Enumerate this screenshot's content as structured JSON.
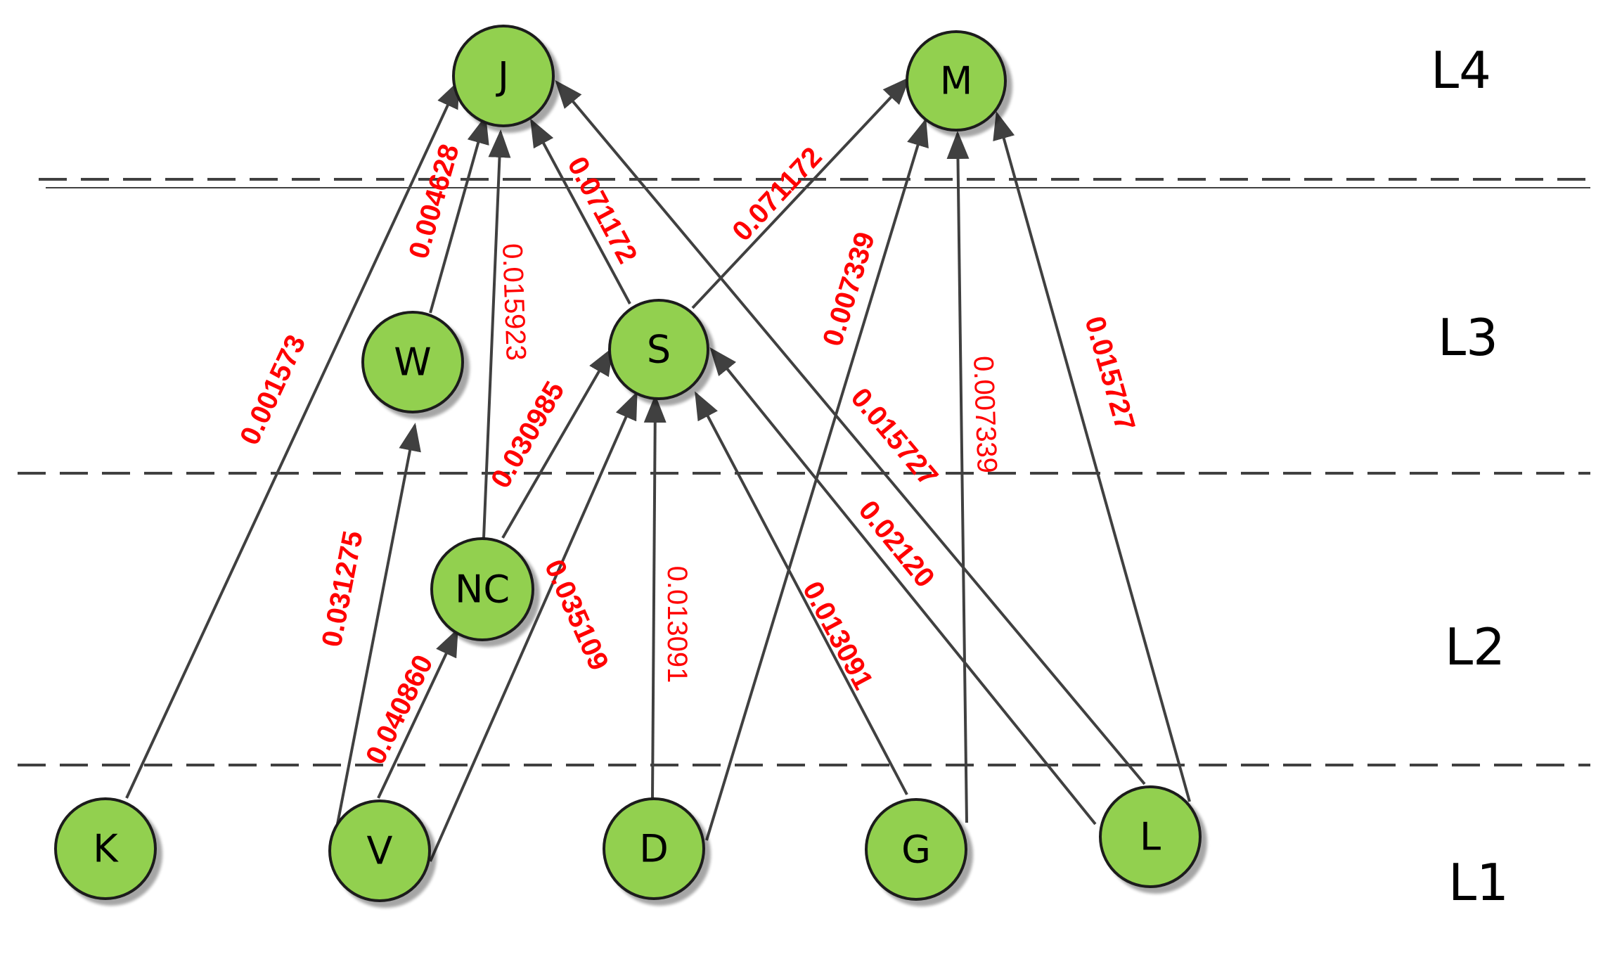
{
  "colors": {
    "node_fill": "#92d050",
    "node_stroke": "#1a1a1a",
    "edge": "#404040",
    "weight": "#ff0000",
    "divider": "#404040"
  },
  "levels": [
    {
      "id": "L4",
      "label": "L4"
    },
    {
      "id": "L3",
      "label": "L3"
    },
    {
      "id": "L2",
      "label": "L2"
    },
    {
      "id": "L1",
      "label": "L1"
    }
  ],
  "nodes": [
    {
      "id": "J",
      "label": "J"
    },
    {
      "id": "M",
      "label": "M"
    },
    {
      "id": "W",
      "label": "W"
    },
    {
      "id": "S",
      "label": "S"
    },
    {
      "id": "NC",
      "label": "NC"
    },
    {
      "id": "K",
      "label": "K"
    },
    {
      "id": "V",
      "label": "V"
    },
    {
      "id": "D",
      "label": "D"
    },
    {
      "id": "G",
      "label": "G"
    },
    {
      "id": "L",
      "label": "L"
    }
  ],
  "edges": [
    {
      "from": "K",
      "to": "J",
      "weight": "0.001573"
    },
    {
      "from": "W",
      "to": "J",
      "weight": "0.004628"
    },
    {
      "from": "NC",
      "to": "J",
      "weight": "0.015923"
    },
    {
      "from": "S",
      "to": "J",
      "weight": "0.071172"
    },
    {
      "from": "L",
      "to": "J",
      "weight": "0.015727"
    },
    {
      "from": "S",
      "to": "M",
      "weight": "0.071172"
    },
    {
      "from": "D",
      "to": "M",
      "weight": "0.007339"
    },
    {
      "from": "G",
      "to": "M",
      "weight": "0.007339"
    },
    {
      "from": "L",
      "to": "M",
      "weight": "0.015727"
    },
    {
      "from": "V",
      "to": "W",
      "weight": "0.031275"
    },
    {
      "from": "NC",
      "to": "S",
      "weight": "0.030985"
    },
    {
      "from": "V",
      "to": "S",
      "weight": "0.035109"
    },
    {
      "from": "D",
      "to": "S",
      "weight": "0.013091"
    },
    {
      "from": "G",
      "to": "S",
      "weight": "0.013091"
    },
    {
      "from": "L",
      "to": "S",
      "weight": "0.02120"
    },
    {
      "from": "V",
      "to": "NC",
      "weight": "0.040860"
    }
  ]
}
